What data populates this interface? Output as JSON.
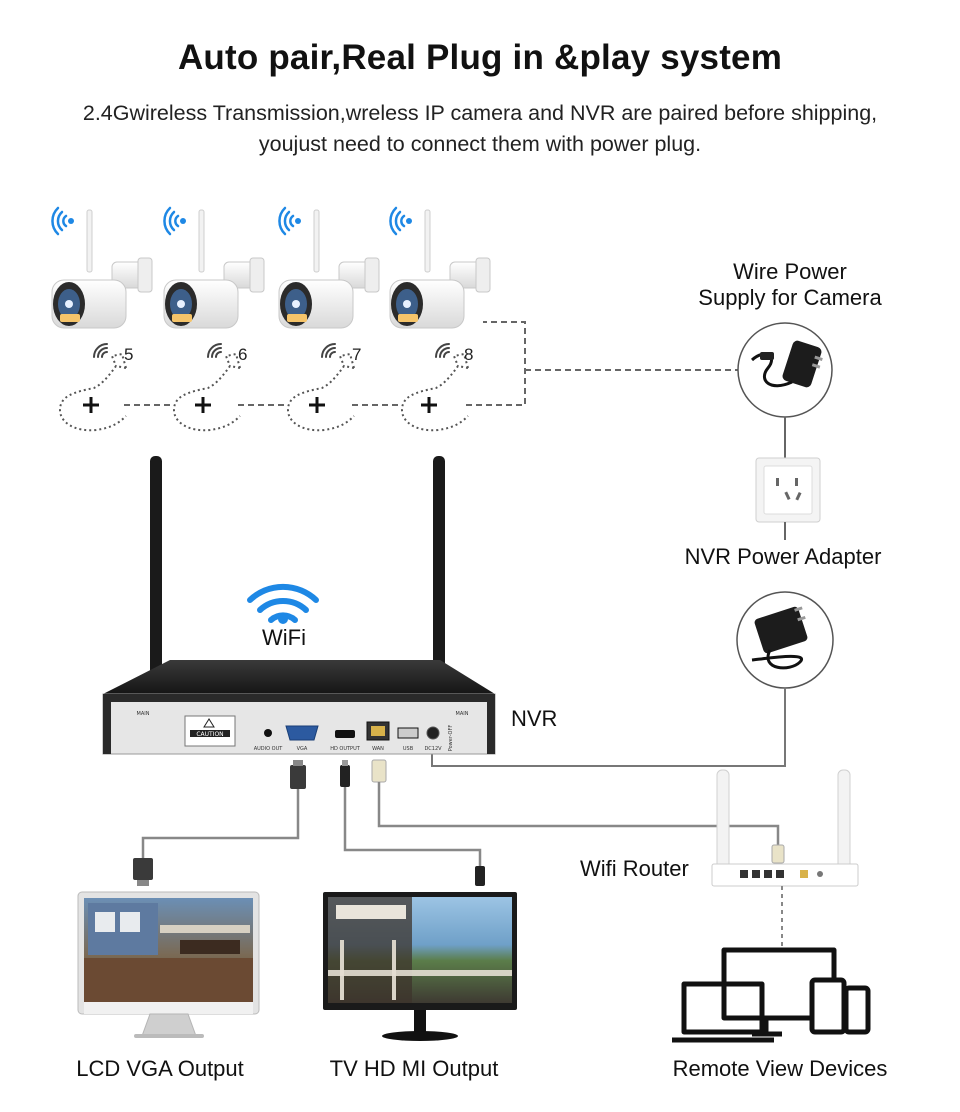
{
  "header": {
    "title": "Auto pair,Real Plug in &play system",
    "subtitle_line1": "2.4Gwireless Transmission,wreless IP camera and NVR are paired before shipping,",
    "subtitle_line2": "youjust need to connect them with power plug."
  },
  "cameras": [
    {
      "number": "5"
    },
    {
      "number": "6"
    },
    {
      "number": "7"
    },
    {
      "number": "8"
    }
  ],
  "labels": {
    "wire_power_line1": "Wire Power",
    "wire_power_line2": "Supply for Camera",
    "nvr_power_adapter": "NVR Power Adapter",
    "wifi": "WiFi",
    "nvr": "NVR",
    "wifi_router": "Wifi Router",
    "lcd_vga_output": "LCD VGA Output",
    "tv_hdmi_output": "TV HD MI Output",
    "remote_view_devices": "Remote View Devices"
  },
  "nvr_panel": {
    "caution": "CAUTION",
    "main_left": "MAIN",
    "main_right": "MAIN",
    "audio_out": "AUDIO OUT",
    "vga": "VGA",
    "hd_output": "HD OUTPUT",
    "wan": "WAN",
    "usb": "USB",
    "dc12v": "DC12V",
    "power": "Power-OFF"
  },
  "colors": {
    "wifi_blue": "#1e88e5",
    "nvr_dark": "#1f1f1f",
    "panel_silver": "#e6e6e6",
    "line_gray": "#8a8a8a"
  }
}
